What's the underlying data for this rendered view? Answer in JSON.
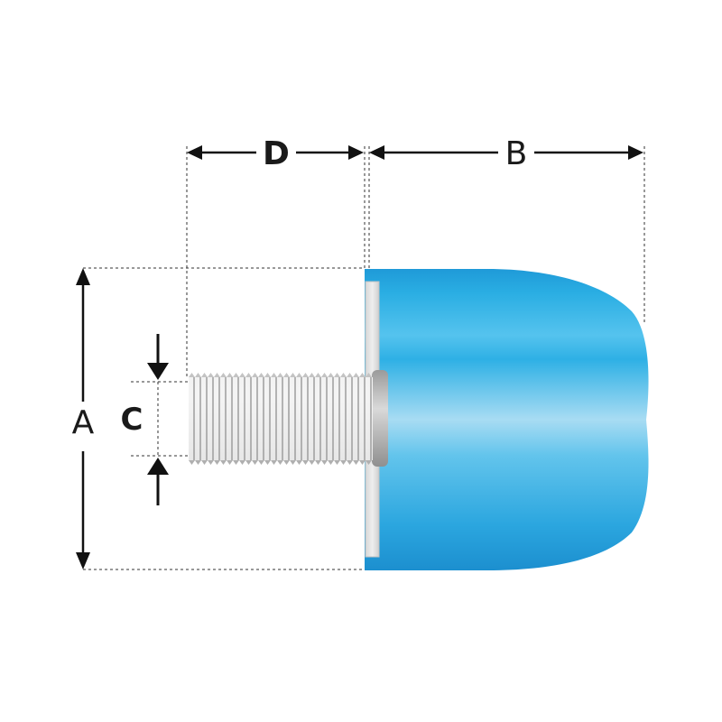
{
  "labels": {
    "A": "A",
    "B": "B",
    "C": "C",
    "D": "D"
  },
  "colors": {
    "body_blue": "#2aaee3",
    "body_highlight": "#a8dcf3",
    "plate": "#e2e2e2",
    "thread_light": "#e4e4e4",
    "thread_dark": "#a9a9a9",
    "line": "#222222"
  },
  "icons": {
    "dimension_arrow": "arrowhead",
    "pointer_arrow": "filled-arrow"
  }
}
